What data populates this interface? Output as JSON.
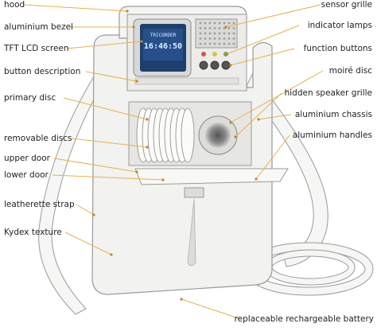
{
  "labels": {
    "hood": "hood",
    "aluminium_bezel": "aluminium bezel",
    "tft_lcd_screen": "TFT LCD screen",
    "button_description": "button description",
    "primary_disc": "primary disc",
    "removable_discs": "removable discs",
    "upper_door": "upper door",
    "lower_door": "lower door",
    "leatherette_strap": "leatherette strap",
    "kydex_texture": "Kydex texture",
    "sensor_grille": "sensor grille",
    "indicator_lamps": "indicator lamps",
    "function_buttons": "function buttons",
    "moire_disc": "moiré disc",
    "hidden_speaker_grille": "hidden speaker grille",
    "aluminium_chassis": "aluminium chassis",
    "aluminium_handles": "aluminium handles",
    "replaceable_battery": "replaceable rechargeable battery"
  },
  "screen": {
    "brand": "TRICORDER",
    "time": "16:46:50"
  },
  "colors": {
    "callout_line": "#e8b04a",
    "callout_dot": "#c8861a",
    "device_body": "#f2f2f0",
    "device_outline": "#9a9a9a",
    "screen_bg": "#1d3f6e",
    "lamp_red": "#e05040",
    "lamp_green": "#60b050"
  }
}
